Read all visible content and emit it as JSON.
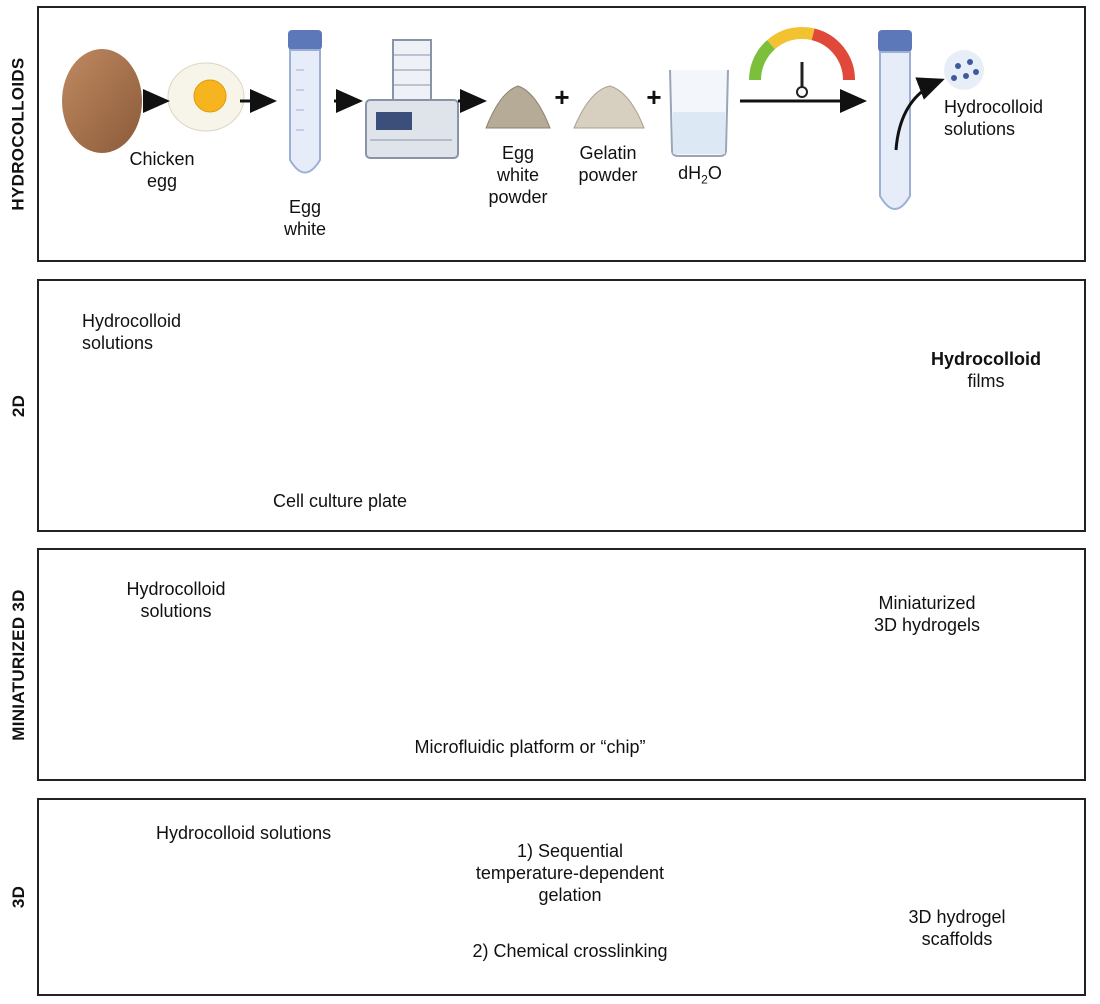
{
  "panels": {
    "hydrocolloids": {
      "title": "HYDROCOLLOIDS",
      "chicken_egg": [
        "Chicken",
        "egg"
      ],
      "egg_white": [
        "Egg",
        "white"
      ],
      "egg_white_powder": [
        "Egg",
        "white",
        "powder"
      ],
      "gelatin_powder": [
        "Gelatin",
        "powder"
      ],
      "water": {
        "base": "dH",
        "sub": "2",
        "end": "O"
      },
      "plus": "+",
      "solutions": [
        "Hydrocolloid",
        "solutions"
      ]
    },
    "two_d": {
      "title": "2D",
      "input": [
        "Hydrocolloid",
        "solutions"
      ],
      "plate_label": "Cell culture plate",
      "output": [
        "Hydrocolloid",
        "films"
      ]
    },
    "mini_3d": {
      "title": "MINIATURIZED 3D",
      "input": [
        "Hydrocolloid",
        "solutions"
      ],
      "chip_label": "Microfluidic platform or “chip”",
      "output": [
        "Miniaturized",
        "3D hydrogels"
      ]
    },
    "three_d": {
      "title": "3D",
      "input": "Hydrocolloid solutions",
      "step1": [
        "1) Sequential",
        "temperature-dependent",
        "gelation"
      ],
      "step2": "2) Chemical crosslinking",
      "output": [
        "3D hydrogel",
        "scaffolds"
      ]
    }
  },
  "colors": {
    "border": "#222222",
    "chip_blue": "#5b7fc4",
    "well_blue": "#8aa4d6",
    "egg_shell": "#a0704c",
    "yolk": "#f6b51e",
    "tube_cap": "#5d78b8",
    "gel_blue": "#a9cde4"
  }
}
